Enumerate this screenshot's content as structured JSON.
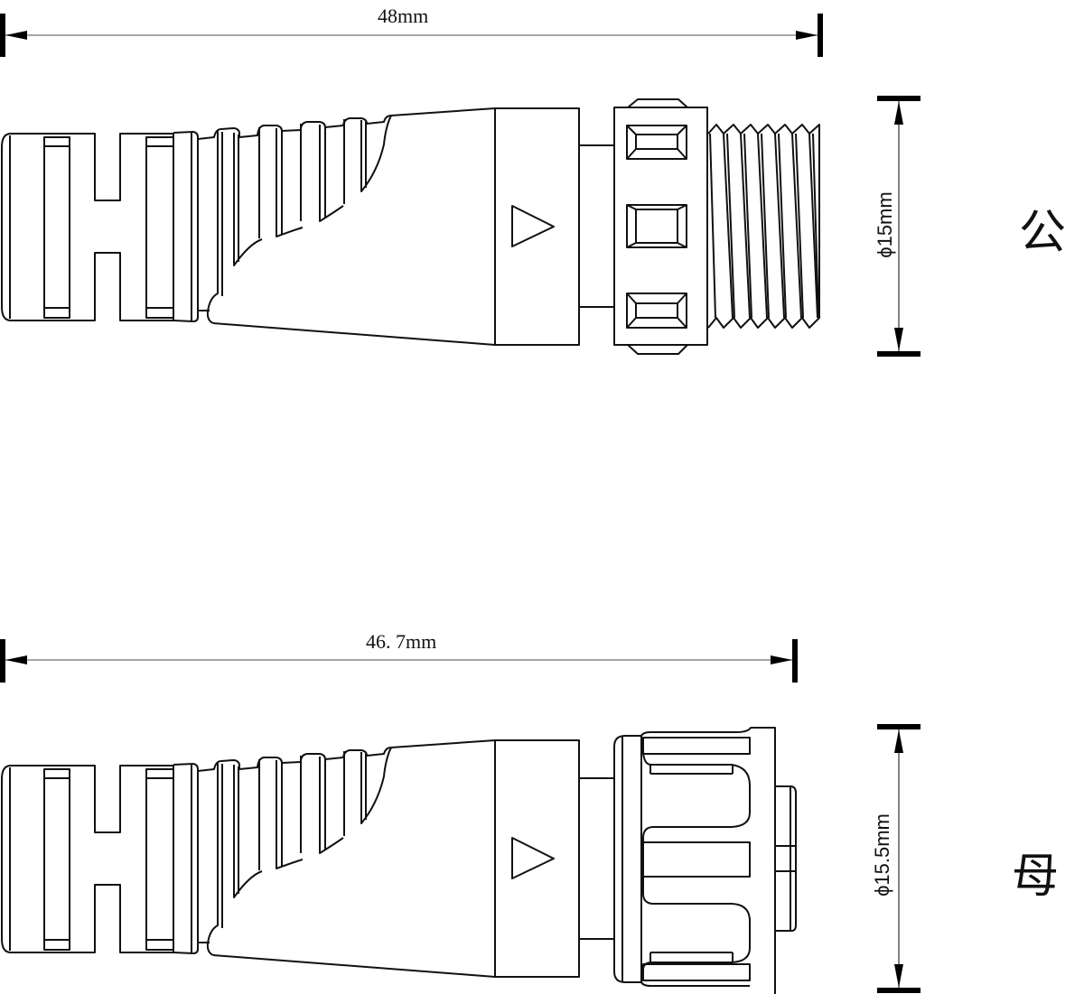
{
  "drawing": {
    "male": {
      "label": "公",
      "length_dimension": "48mm",
      "diameter_dimension": "ϕ15mm"
    },
    "female": {
      "label": "母",
      "length_dimension": "46. 7mm",
      "diameter_dimension": "ϕ15.5mm"
    },
    "colors": {
      "line": "#111111",
      "dimension_line": "#888888",
      "background": "#ffffff"
    },
    "icons": {
      "direction_marker": "triangle-right",
      "dimension_terminator": "arrow-bar"
    }
  }
}
